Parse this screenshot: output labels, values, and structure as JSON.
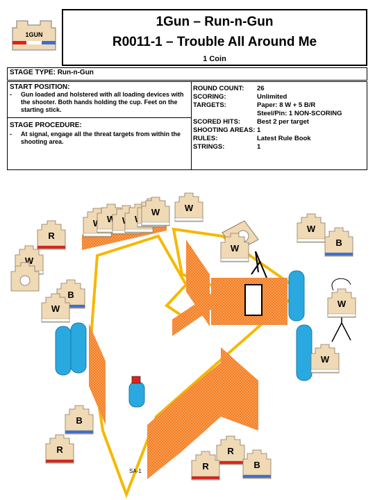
{
  "header": {
    "logo_text": "1GUN",
    "title": "1Gun – Run-n-Gun",
    "subtitle": "R0011-1 – Trouble All Around Me",
    "coin": "1 Coin"
  },
  "stage_type": "STAGE TYPE: Run-n-Gun",
  "start_position": {
    "title": "START POSITION:",
    "bullets": [
      "Gun loaded and holstered with all loading devices with the shooter.  Both hands holding the cup.  Feet on the starting stick."
    ]
  },
  "stage_procedure": {
    "title": "STAGE PROCEDURE:",
    "bullets": [
      "At signal, engage all the threat targets from within the shooting area."
    ]
  },
  "details": {
    "round_count": {
      "label": "ROUND COUNT:",
      "value": "26"
    },
    "scoring": {
      "label": "SCORING:",
      "value": "Unlimited"
    },
    "targets": {
      "label": "TARGETS:",
      "value": "Paper: 8 W + 5 B/R",
      "value2": "Steel/Pin: 1 NON-SCORING"
    },
    "scored_hits": {
      "label": "SCORED HITS:",
      "value": "Best 2 per target"
    },
    "shooting_areas": {
      "label": "SHOOTING AREAS:",
      "value": "1"
    },
    "rules": {
      "label": "RULES:",
      "value": "Latest Rule Book"
    },
    "strings": {
      "label": "STRINGS:",
      "value": "1"
    }
  },
  "diagram": {
    "stage_label": "SA-1",
    "target_letters": {
      "white": "W",
      "blue": "B",
      "red": "R"
    },
    "colors": {
      "area_line": "#f5b800",
      "wall": "#f07a1e",
      "barrel": "#29a9e0",
      "target": "#f0d9b5",
      "red_band": "#e0201a",
      "blue_band": "#3b6fd6"
    }
  }
}
